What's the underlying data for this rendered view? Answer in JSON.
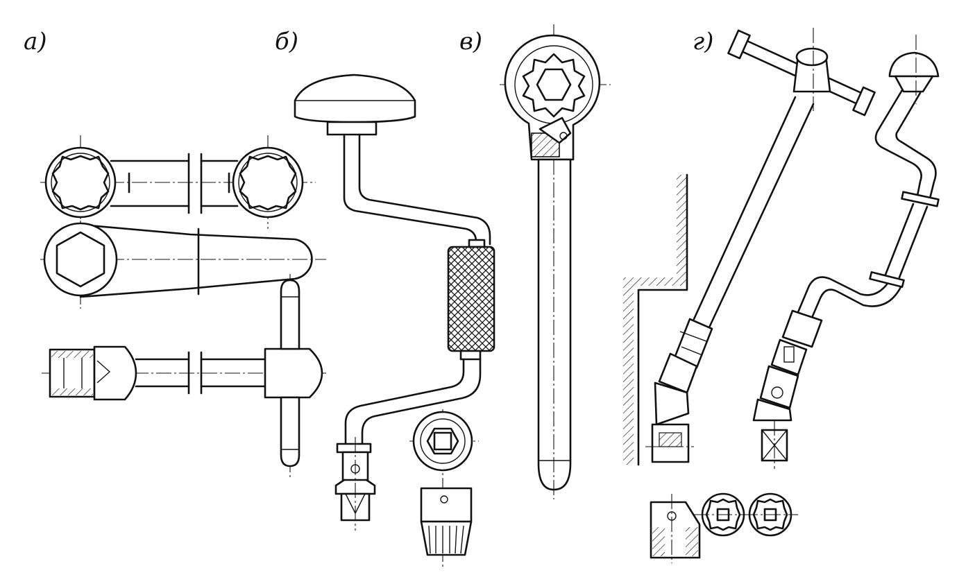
{
  "figure": {
    "labels": {
      "a": "а)",
      "b": "б)",
      "v": "в)",
      "g": "г)"
    },
    "line_color": "#111111",
    "background": "#ffffff"
  }
}
